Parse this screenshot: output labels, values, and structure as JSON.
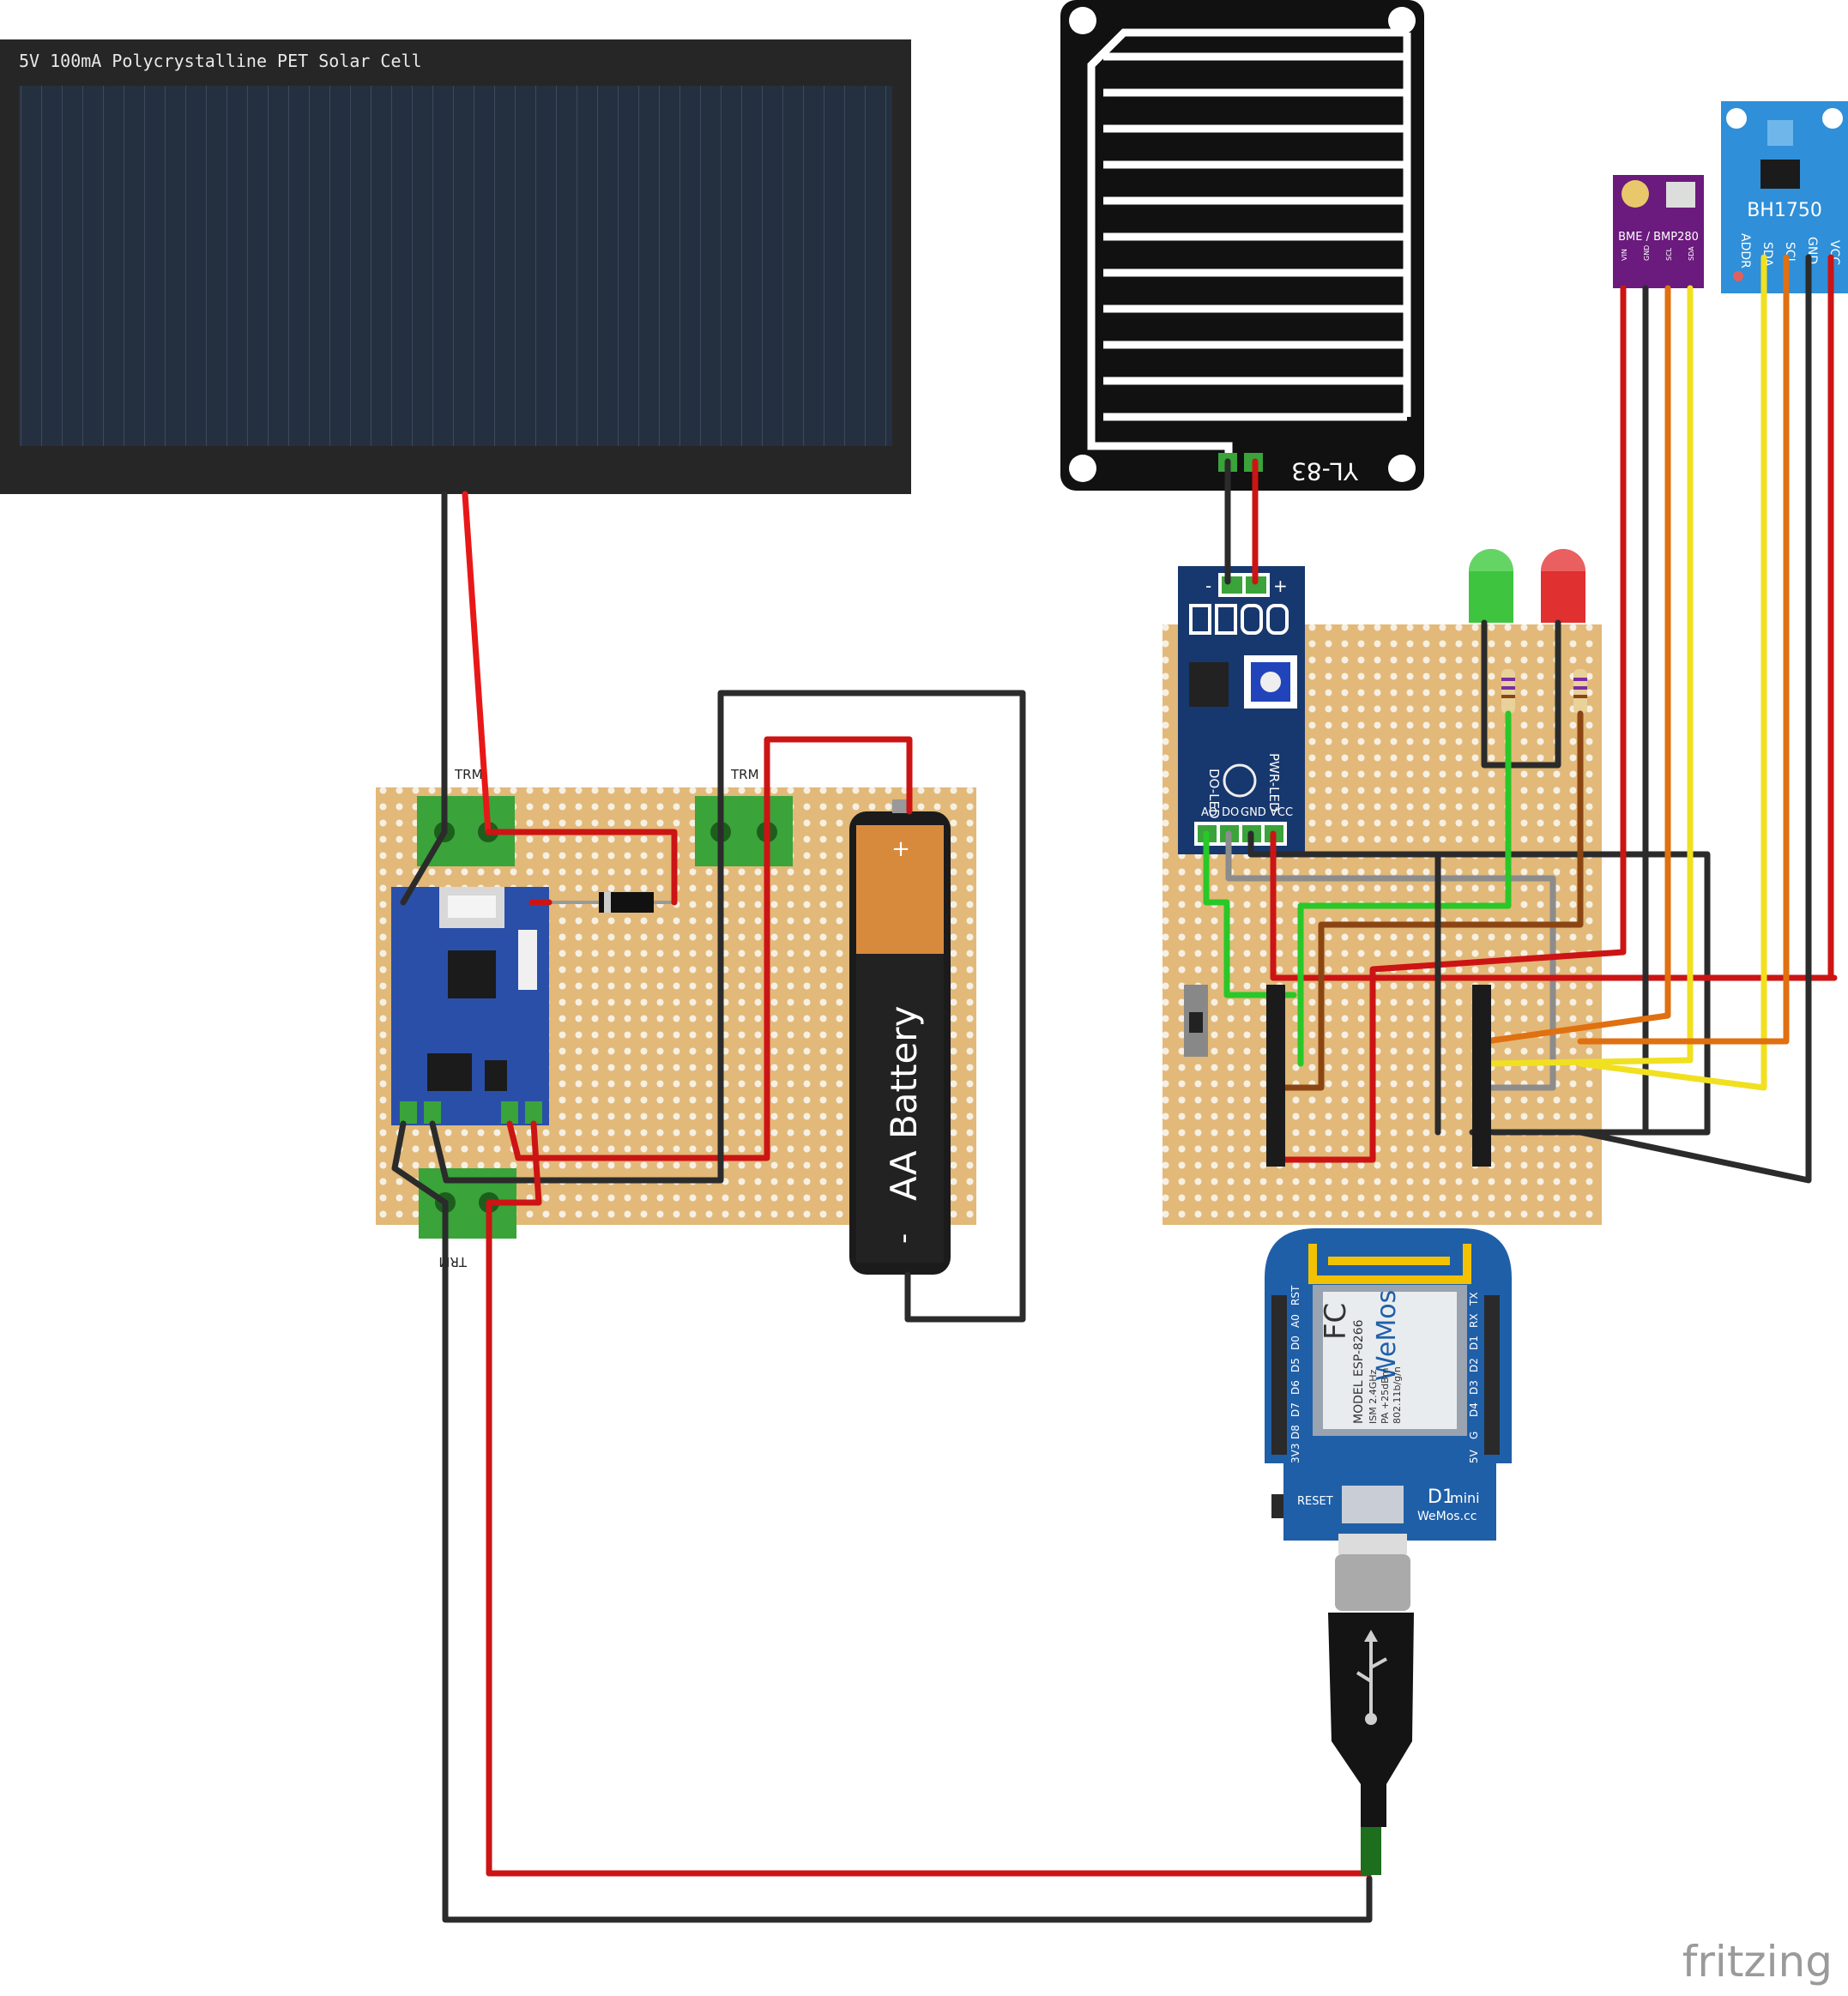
{
  "solar_panel": {
    "label": "5V 100mA Polycrystalline PET Solar Cell"
  },
  "rain_sensor": {
    "label": "YL-83"
  },
  "rain_module": {
    "minus": "-",
    "plus": "+",
    "do_led": "DO-LED",
    "pwr_led": "PWR-LED",
    "pins": [
      "AO",
      "DO",
      "GND",
      "VCC"
    ]
  },
  "terminals": {
    "label": "TRM"
  },
  "battery": {
    "label": "AA Battery",
    "plus": "+",
    "minus": "-"
  },
  "bme280": {
    "label": "BME / BMP280",
    "pins": [
      "VIN",
      "GND",
      "SCL",
      "SDA"
    ]
  },
  "bh1750": {
    "label": "BH1750",
    "pins": [
      "ADDR",
      "SDA",
      "SCL",
      "GND",
      "VCC"
    ]
  },
  "d1mini": {
    "pins_left": [
      "RST",
      "A0",
      "D0",
      "D5",
      "D6",
      "D7",
      "D8",
      "3V3"
    ],
    "pins_right": [
      "TX",
      "RX",
      "D1",
      "D2",
      "D3",
      "D4",
      "G",
      "5V"
    ],
    "brand": "WeMos",
    "model": "MODEL ESP-8266",
    "spec1": "ISM 2.4GHz",
    "spec2": "PA +25dBm",
    "spec3": "802.11b/g/n",
    "fcc": "FC",
    "reset": "RESET",
    "name_main": "D1",
    "name_sub": "mini",
    "site": "WeMos.cc"
  },
  "watermark": "fritzing",
  "colors": {
    "wire_red": "#cc1414",
    "wire_black": "#2b2b2b",
    "wire_green": "#28c828",
    "wire_yellow": "#f0e020",
    "wire_orange": "#e07010",
    "wire_brown": "#8b4513",
    "wire_gray": "#8c8c8c",
    "stripboard": "#e2b978",
    "terminal_green": "#3aa33a",
    "pcb_blue": "#17386e",
    "bme_purple": "#6b1a7d",
    "bh_blue": "#2f8fd8"
  }
}
